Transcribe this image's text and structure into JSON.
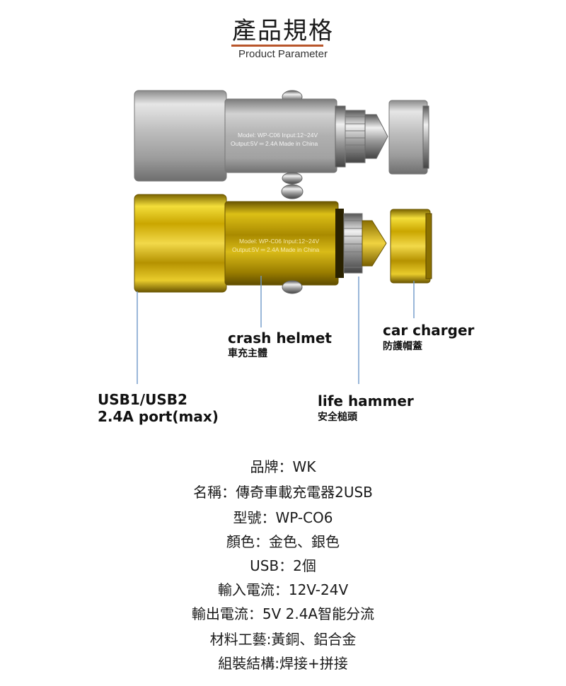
{
  "header": {
    "title": "產品規格",
    "subtitle": "Product Parameter"
  },
  "product": {
    "silver_model_text": "Model: WP-C06  Input:12~24V",
    "silver_output_text": "Output:5V ═ 2.4A  Made in China",
    "gold_model_text": "Model: WP-C06  Input:12~24V",
    "gold_output_text": "Output:5V ═ 2.4A  Made in China"
  },
  "callouts": {
    "crash_helmet_en": "crash helmet",
    "crash_helmet_zh": "車充主體",
    "car_charger_en": "car charger",
    "car_charger_zh": "防護帽蓋",
    "usb_line1": "USB1/USB2",
    "usb_line2": "2.4A port(max)",
    "life_hammer_en": "life hammer",
    "life_hammer_zh": "安全槌頭"
  },
  "specs": [
    "品牌：WK",
    "名稱：傳奇車載充電器2USB",
    "型號：WP-CO6",
    "顏色：金色、銀色",
    "USB：2個",
    "輸入電流：12V-24V",
    "輸出電流：5V 2.4A智能分流",
    "材料工藝:黃銅、鋁合金",
    "組裝結構:焊接+拼接"
  ],
  "colors": {
    "accent_underline": "#b8552a",
    "callout_line": "#6f98c9",
    "gold": "#d4b200",
    "silver": "#b9b9b9"
  }
}
